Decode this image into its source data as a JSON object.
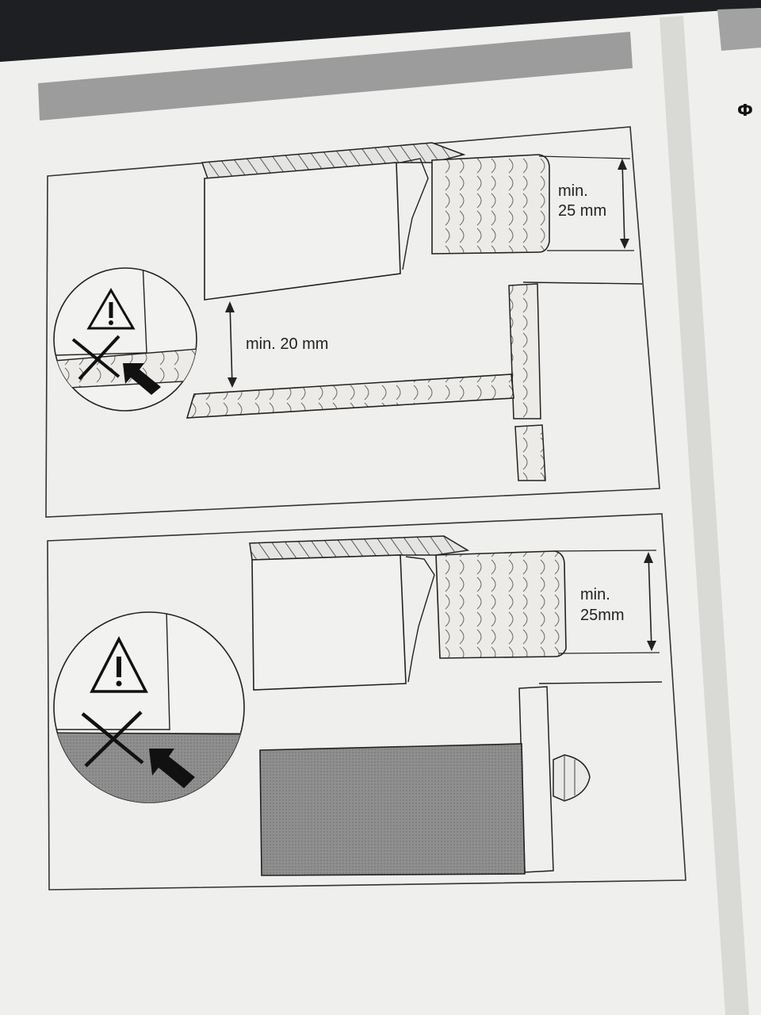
{
  "page": {
    "corner_letter": "Ф"
  },
  "figure_top": {
    "clearance_label": "min. 20 mm",
    "thickness_label_line1": "min.",
    "thickness_label_line2": "25 mm",
    "warning_icon": "warning-triangle-icon",
    "cross_icon": "cross-mark-icon",
    "arrow_icon": "pointer-arrow-icon"
  },
  "figure_bottom": {
    "thickness_label_line1": "min.",
    "thickness_label_line2": "25mm",
    "warning_icon": "warning-triangle-icon",
    "cross_icon": "cross-mark-icon",
    "arrow_icon": "pointer-arrow-icon",
    "knob_icon": "drawer-knob-icon"
  },
  "colors": {
    "paper": "#efefed",
    "header_bar": "#9c9c9c",
    "line": "#222222",
    "drawer_fill": "#8d8d8d"
  }
}
